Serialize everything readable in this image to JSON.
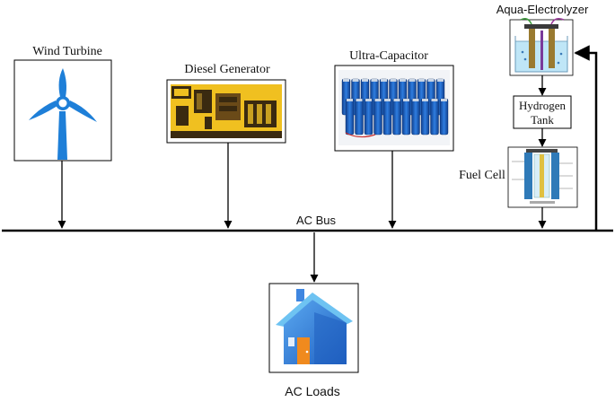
{
  "labels": {
    "wind_turbine": "Wind Turbine",
    "diesel_generator": "Diesel Generator",
    "ultra_capacitor": "Ultra-Capacitor",
    "aqua_electrolyzer": "Aqua-Electrolyzer",
    "hydrogen_tank_line1": "Hydrogen",
    "hydrogen_tank_line2": "Tank",
    "fuel_cell": "Fuel Cell",
    "ac_bus": "AC Bus",
    "ac_loads": "AC Loads"
  },
  "colors": {
    "line": "#000000",
    "turbine_blue": "#1e7fd8",
    "generator_yellow": "#f0c020",
    "generator_dark": "#3a2a10",
    "battery_blue": "#1f64c8",
    "water_blue": "#bfe6f7",
    "house_blue": "#3f86e0",
    "house_roof": "#6ec3f2",
    "door_orange": "#f08a1e"
  },
  "icons": {
    "wind_turbine": "wind-turbine-icon",
    "diesel_generator": "diesel-generator-icon",
    "ultra_capacitor": "battery-pack-icon",
    "aqua_electrolyzer": "electrolyzer-icon",
    "fuel_cell": "fuel-cell-icon",
    "ac_loads": "house-icon"
  }
}
